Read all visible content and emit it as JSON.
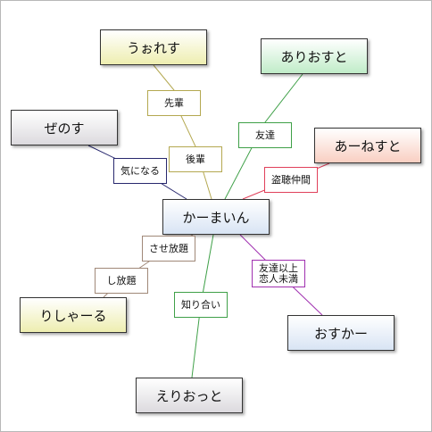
{
  "colors": {
    "yellow": "#f2f2b8",
    "green": "#c6efce",
    "salmon": "#fbd5c8",
    "gray": "#e2e0e4",
    "blue": "#dde8f6",
    "edge_olive": "#b4a850",
    "edge_green": "#3fa048",
    "edge_navy": "#28286e",
    "edge_red": "#e0405a",
    "edge_brown": "#a08878",
    "edge_purple": "#a030b0"
  },
  "nodes": {
    "center": "かーまいん",
    "uorensu": "うぉれす",
    "ariosuto": "ありおすと",
    "zenosu": "ぜのす",
    "aanesuto": "あーねすと",
    "rishaaru": "りしゃーる",
    "osukaa": "おすかー",
    "eriotto": "えりおっと"
  },
  "edge_labels": {
    "senpai": "先輩",
    "kouhai": "後輩",
    "tomodachi": "友達",
    "kininaru": "気になる",
    "touchou_nakama": "盗聴仲間",
    "sasehoudai": "させ放題",
    "shihoudai": "し放題",
    "shiriai": "知り合い",
    "tomodachi_ijou": "友達以上\n恋人未満"
  }
}
